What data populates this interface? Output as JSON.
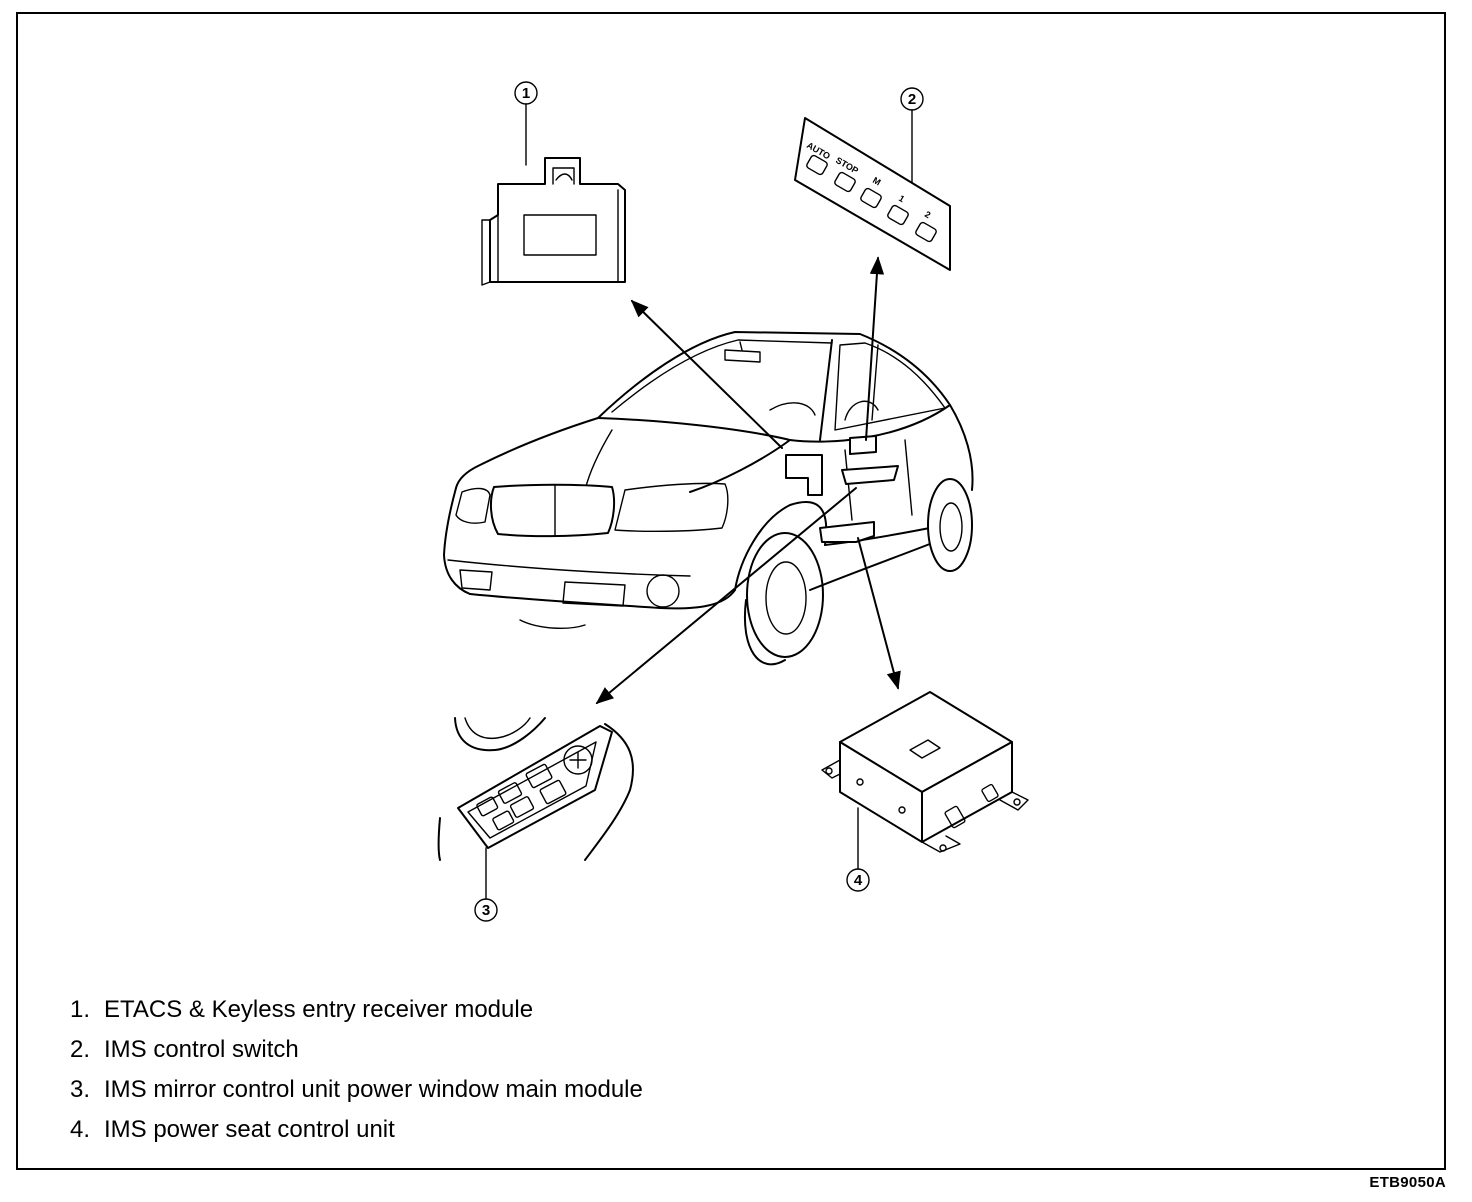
{
  "legend": {
    "items": [
      {
        "number": "1.",
        "label": "ETACS & Keyless entry receiver module"
      },
      {
        "number": "2.",
        "label": "IMS control switch"
      },
      {
        "number": "3.",
        "label": "IMS mirror control unit power window main module"
      },
      {
        "number": "4.",
        "label": "IMS power seat control unit"
      }
    ]
  },
  "callouts": [
    "1",
    "2",
    "3",
    "4"
  ],
  "switch_buttons": [
    "AUTO",
    "STOP",
    "M",
    "1",
    "2"
  ],
  "figure_code": "ETB9050A"
}
